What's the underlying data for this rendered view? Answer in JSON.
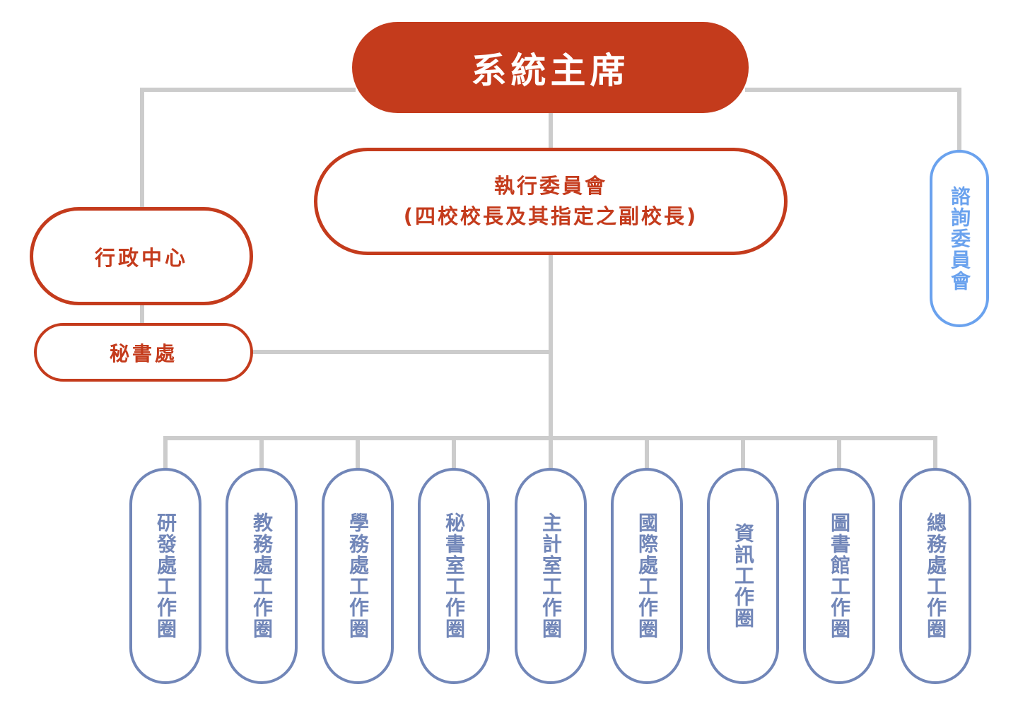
{
  "chart": {
    "chair": "系統主席",
    "executive_committee": {
      "line1": "執行委員會",
      "line2": "(四校校長及其指定之副校長)"
    },
    "admin_center": "行政中心",
    "secretariat": "秘書處",
    "advisory_committee": "諮詢委員會",
    "working_groups": [
      "研發處工作圈",
      "教務處工作圈",
      "學務處工作圈",
      "秘書室工作圈",
      "主計室工作圈",
      "國際處工作圈",
      "資訊工作圈",
      "圖書館工作圈",
      "總務處工作圈"
    ]
  },
  "colors": {
    "primary_red": "#c43b1c",
    "advisory_blue": "#6aa2ee",
    "group_blue": "#7186b8",
    "connector_gray": "#cccccc"
  }
}
